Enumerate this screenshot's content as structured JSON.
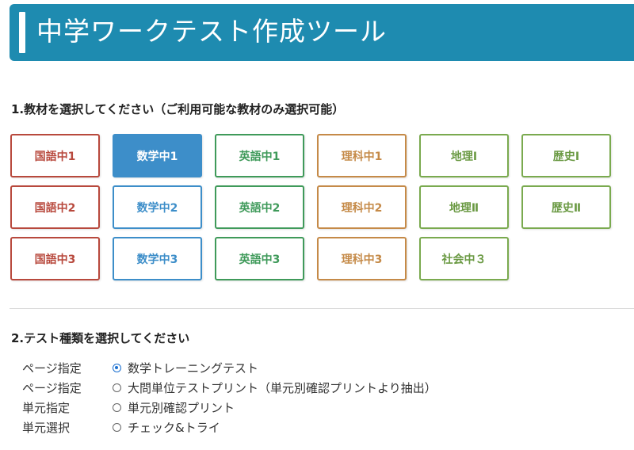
{
  "header": {
    "title": "中学ワークテスト作成ツール"
  },
  "section1": {
    "label": "1.教材を選択してください（ご利用可能な教材のみ選択可能）"
  },
  "materials": {
    "kokugo1": "国語中1",
    "sugaku1": "数学中1",
    "eigo1": "英語中1",
    "rika1": "理科中1",
    "chiri1": "地理Ⅰ",
    "rekishi1": "歴史Ⅰ",
    "kokugo2": "国語中2",
    "sugaku2": "数学中2",
    "eigo2": "英語中2",
    "rika2": "理科中2",
    "chiri2": "地理Ⅱ",
    "rekishi2": "歴史Ⅱ",
    "kokugo3": "国語中3",
    "sugaku3": "数学中3",
    "eigo3": "英語中3",
    "rika3": "理科中3",
    "shakai3": "社会中３"
  },
  "selected_material": "数学中1",
  "section2": {
    "label": "2.テスト種類を選択してください"
  },
  "test_types": [
    {
      "category": "ページ指定",
      "label": "数学トレーニングテスト",
      "checked": true
    },
    {
      "category": "ページ指定",
      "label": "大問単位テストプリント（単元別確認プリントより抽出）",
      "checked": false
    },
    {
      "category": "単元指定",
      "label": "単元別確認プリント",
      "checked": false
    },
    {
      "category": "単元選択",
      "label": "チェック&トライ",
      "checked": false
    }
  ],
  "colors": {
    "header_bg": "#1e8bb0",
    "kokugo": "#b8493d",
    "sugaku": "#3d8ec9",
    "eigo": "#3f9a5a",
    "rika": "#c58a48",
    "shakai": "#7aaa4f",
    "radio_on": "#1a6fd0"
  }
}
